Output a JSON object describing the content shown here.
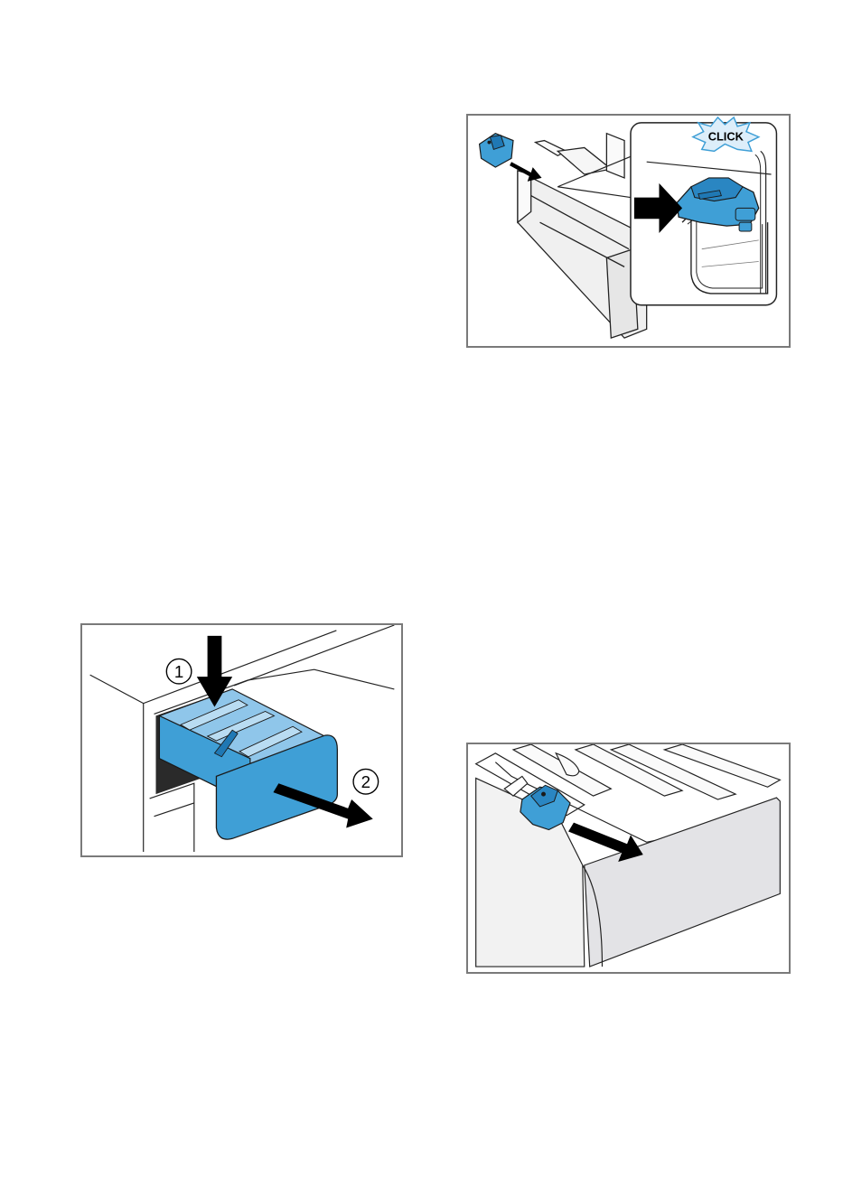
{
  "figures": {
    "click_illustration": {
      "callout": "CLICK"
    },
    "drawer_removal": {
      "step_1": "1",
      "step_2": "2"
    },
    "insert_removal": {}
  },
  "colors": {
    "part_blue": "#3f9fd6",
    "part_blue_dark": "#1f78b4",
    "frame_gray": "#7a7a7a",
    "outline": "#222222",
    "panel_gray": "#e6e6e6"
  }
}
